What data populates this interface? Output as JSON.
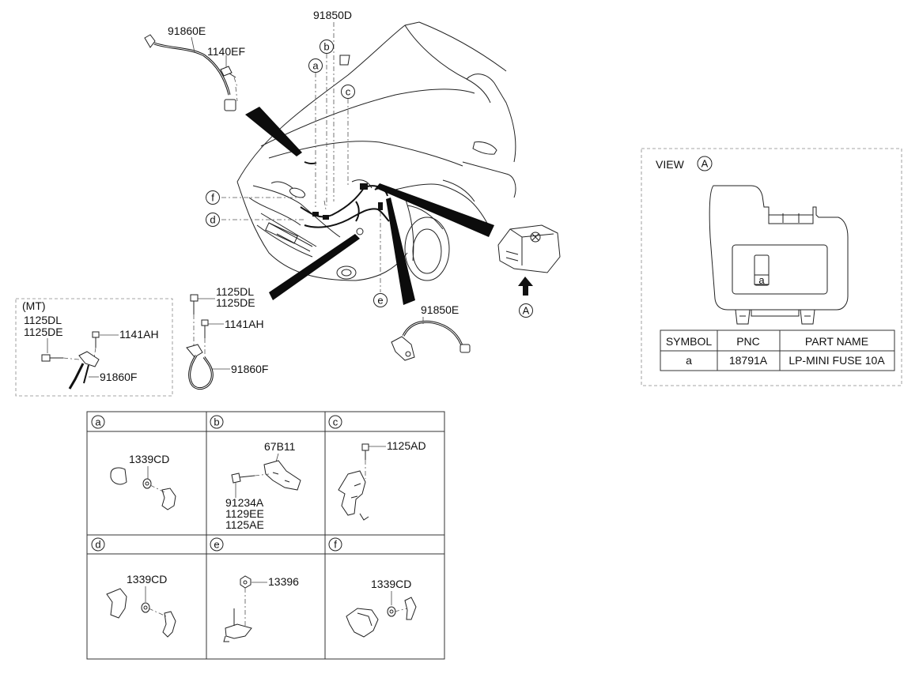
{
  "main_labels": {
    "p91860E": "91860E",
    "p1140EF": "1140EF",
    "p91850D": "91850D",
    "p91850E": "91850E",
    "p1125DL": "1125DL",
    "p1125DE": "1125DE",
    "p1141AH": "1141AH",
    "p91860F": "91860F",
    "arrow_A": "A"
  },
  "callouts": [
    "a",
    "b",
    "c",
    "d",
    "e",
    "f"
  ],
  "mt_box": {
    "title": "(MT)",
    "p1125DL": "1125DL",
    "p1125DE": "1125DE",
    "p1141AH": "1141AH",
    "p91860F": "91860F"
  },
  "view": {
    "label": "VIEW",
    "letter": "A",
    "fuse_letter": "a",
    "table": {
      "headers": [
        "SYMBOL",
        "PNC",
        "PART NAME"
      ],
      "rows": [
        [
          "a",
          "18791A",
          "LP-MINI FUSE 10A"
        ]
      ]
    }
  },
  "detail_grid": {
    "cells": [
      {
        "id": "a",
        "parts": [
          "1339CD"
        ]
      },
      {
        "id": "b",
        "parts": [
          "67B11",
          "91234A",
          "1129EE",
          "1125AE"
        ]
      },
      {
        "id": "c",
        "parts": [
          "1125AD"
        ]
      },
      {
        "id": "d",
        "parts": [
          "1339CD"
        ]
      },
      {
        "id": "e",
        "parts": [
          "13396"
        ]
      },
      {
        "id": "f",
        "parts": [
          "1339CD"
        ]
      }
    ]
  }
}
